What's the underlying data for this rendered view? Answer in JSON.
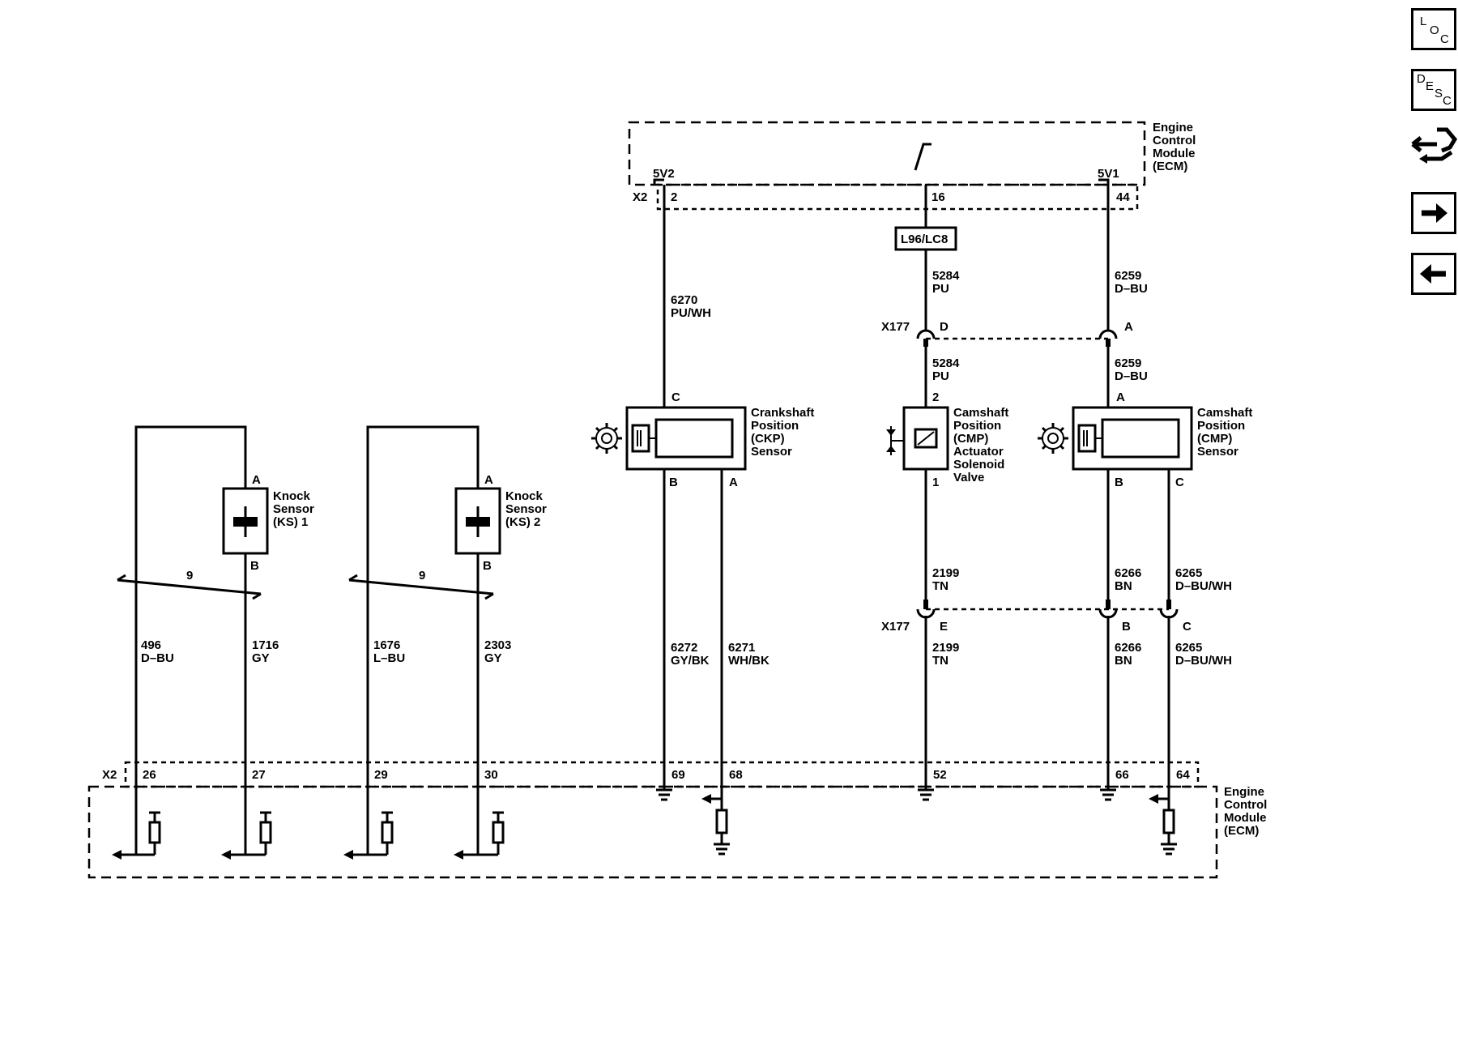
{
  "nav": {
    "loc_letters": [
      "L",
      "O",
      "C"
    ],
    "desc_letters": [
      "D",
      "E",
      "S",
      "C"
    ]
  },
  "ecm": {
    "top_label": [
      "Engine",
      "Control",
      "Module",
      "(ECM)"
    ],
    "bottom_label": [
      "Engine",
      "Control",
      "Module",
      "(ECM)"
    ],
    "top_connector": "X2",
    "bottom_connector": "X2",
    "supply_5v2": "5V2",
    "supply_5v1": "5V1",
    "top_pins": {
      "p2": "2",
      "p16": "16",
      "p44": "44"
    },
    "bottom_pins": {
      "p26": "26",
      "p27": "27",
      "p29": "29",
      "p30": "30",
      "p69": "69",
      "p68": "68",
      "p52": "52",
      "p66": "66",
      "p64": "64"
    }
  },
  "option_box": "L96/LC8",
  "connectors": {
    "x177_top": "X177",
    "x177_bottom": "X177",
    "pins": {
      "D": "D",
      "A": "A",
      "E": "E",
      "B": "B",
      "C": "C"
    }
  },
  "wires": {
    "w6270": [
      "6270",
      "PU/WH"
    ],
    "w5284_top": [
      "5284",
      "PU"
    ],
    "w5284_bot": [
      "5284",
      "PU"
    ],
    "w6259_top": [
      "6259",
      "D–BU"
    ],
    "w6259_bot": [
      "6259",
      "D–BU"
    ],
    "w2199_top": [
      "2199",
      "TN"
    ],
    "w2199_bot": [
      "2199",
      "TN"
    ],
    "w6266_top": [
      "6266",
      "BN"
    ],
    "w6266_bot": [
      "6266",
      "BN"
    ],
    "w6265_top": [
      "6265",
      "D–BU/WH"
    ],
    "w6265_bot": [
      "6265",
      "D–BU/WH"
    ],
    "w6272": [
      "6272",
      "GY/BK"
    ],
    "w6271": [
      "6271",
      "WH/BK"
    ],
    "w496": [
      "496",
      "D–BU"
    ],
    "w1716": [
      "1716",
      "GY"
    ],
    "w1676": [
      "1676",
      "L–BU"
    ],
    "w2303": [
      "2303",
      "GY"
    ]
  },
  "shield_label": "9",
  "components": {
    "ks1": {
      "label": [
        "Knock",
        "Sensor",
        "(KS) 1"
      ],
      "pin_a": "A",
      "pin_b": "B"
    },
    "ks2": {
      "label": [
        "Knock",
        "Sensor",
        "(KS) 2"
      ],
      "pin_a": "A",
      "pin_b": "B"
    },
    "ckp": {
      "label": [
        "Crankshaft",
        "Position",
        "(CKP)",
        "Sensor"
      ],
      "pin_c": "C",
      "pin_b": "B",
      "pin_a": "A"
    },
    "cmp_valve": {
      "label": [
        "Camshaft",
        "Position",
        "(CMP)",
        "Actuator",
        "Solenoid",
        "Valve"
      ],
      "pin_2": "2",
      "pin_1": "1"
    },
    "cmp_sensor": {
      "label": [
        "Camshaft",
        "Position",
        "(CMP)",
        "Sensor"
      ],
      "pin_a": "A",
      "pin_b": "B",
      "pin_c": "C"
    }
  }
}
